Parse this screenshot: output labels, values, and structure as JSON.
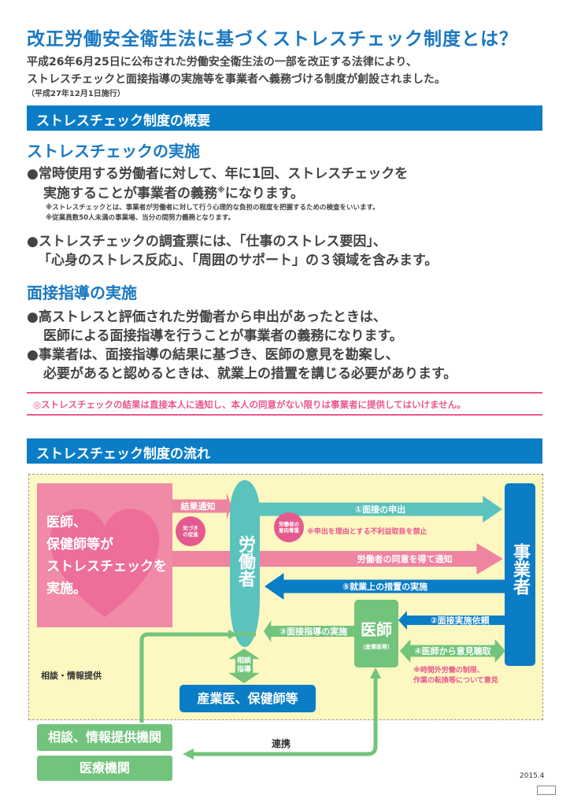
{
  "title": "改正労働安全衛生法に基づくストレスチェック制度とは？",
  "lead": [
    "平成26年6月25日に公布された労働安全衛生法の一部を改正する法律により、",
    "ストレスチェックと面接指導の実施等を事業者へ義務づける制度が創設されました。"
  ],
  "lead_note": "（平成27年12月1日施行）",
  "overview": {
    "bar": "ストレスチェック制度の概要",
    "sec1": {
      "heading": "ストレスチェックの実施",
      "b1": [
        "●常時使用する労働者に対して、年に1回、ストレスチェックを",
        "実施することが事業者の義務",
        "※",
        "になります。"
      ],
      "notes": [
        "※ストレスチェックとは、事業者が労働者に対して行う心理的な負担の程度を把握するための検査をいいます。",
        "※従業員数50人未満の事業場、当分の間努力義務となります。"
      ],
      "b2": [
        "●ストレスチェックの調査票には、「仕事のストレス要因」、",
        "「心身のストレス反応」、「周囲のサポート」の３領域を含みます。"
      ]
    },
    "sec2": {
      "heading": "面接指導の実施",
      "b1": [
        "●高ストレスと評価された労働者から申出があったときは、",
        "医師による面接指導を行うことが事業者の義務になります。"
      ],
      "b2": [
        "●事業者は、面接指導の結果に基づき、医師の意見を勘案し、",
        "必要があると認めるときは、就業上の措置を講じる必要があります。"
      ]
    },
    "notice": "◎ストレスチェックの結果は直接本人に通知し、本人の同意がない限りは事業者に提供してはいけません。"
  },
  "flow": {
    "bar": "ストレスチェック制度の流れ",
    "doctor_box": [
      "医師、",
      "保健師等が",
      "ストレスチェックを",
      "実施。"
    ],
    "worker": "労働者",
    "employer": "事業者",
    "result_notice": "結果通知",
    "awareness": [
      "気づき",
      "の促進"
    ],
    "request": "①面接の申出",
    "worker_intent": [
      "労働者の",
      "意向尊重"
    ],
    "prohibit": "※申出を理由とする不利益取扱を禁止",
    "consent": "労働者の同意を得て通知",
    "measures": "⑤就業上の措置の実施",
    "request_impl": "②面接実施依頼",
    "guidance": "③面接指導の実施",
    "physician": "医師",
    "physician_sub": "（産業医等）",
    "opinion": "④医師から意見聴取",
    "opinion_note": [
      "※時間外労働の制限、",
      "作業の転換等について意見"
    ],
    "consult_guidance": [
      "相談",
      "指導"
    ],
    "consult_info": "相談・情報提供",
    "occupational": "産業医、保健師等",
    "org1": "相談、情報提供機関",
    "org2": "医療機関",
    "cooperation": "連携"
  },
  "date": "2015.4"
}
